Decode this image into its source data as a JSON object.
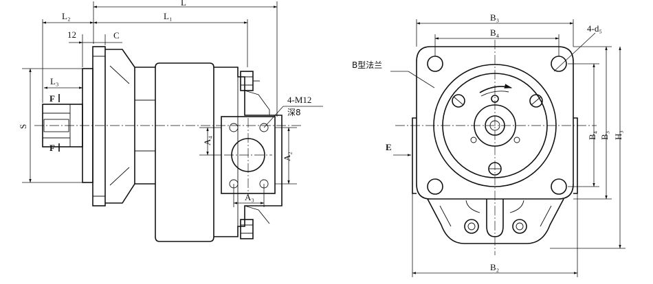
{
  "side_view": {
    "dims": {
      "L": "L",
      "L1": "L₁",
      "L2": "L₂",
      "L3": "L₃",
      "d12": "12",
      "C": "C",
      "S": "S",
      "A4": "A₄",
      "A2": "A₂",
      "A3": "A₃"
    },
    "section_top": "F",
    "section_bottom": "F",
    "port_callout_1": "4-M12",
    "port_callout_2": "深8"
  },
  "front_view": {
    "dims": {
      "B3_top": "B₃",
      "B4_top": "B₄",
      "d5": "4-d₅",
      "B4_side": "B₄",
      "B3_side": "B₃",
      "H3": "H₃",
      "B2": "B₂"
    },
    "flange_label": "B型法兰",
    "view_arrow": "E"
  }
}
